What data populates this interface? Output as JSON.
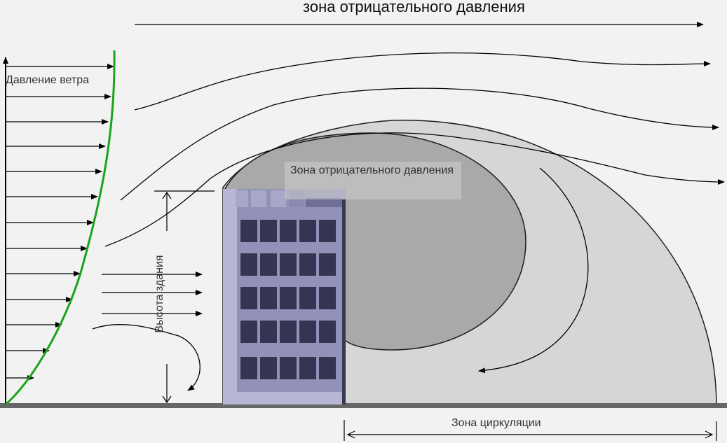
{
  "labels": {
    "negative_pressure_zone_top": "зона отрицательного давления",
    "wind_pressure": "Давление ветра",
    "negative_pressure_zone_inner": "Зона отрицательного давления",
    "building_height": "Высота здания",
    "circulation_zone": "Зона циркуляции"
  },
  "colors": {
    "background": "#f2f2f2",
    "outer_zone": "#d6d6d6",
    "inner_zone": "#a9a9a9",
    "building_front": "#9292b9",
    "building_side": "#383854",
    "window": "#353553",
    "ground": "#666666",
    "profile_curve": "#1aa41a"
  }
}
